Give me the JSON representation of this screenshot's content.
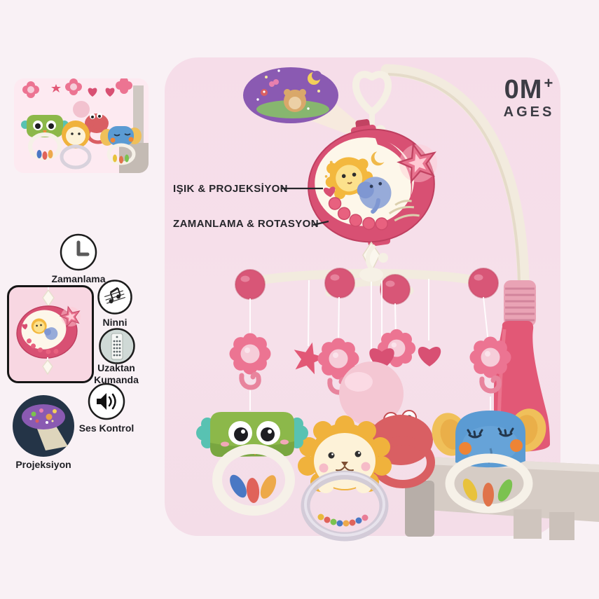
{
  "product": {
    "name": "baby-crib-mobile"
  },
  "age_badge": {
    "value": "0M",
    "plus": "+",
    "caption": "AGES"
  },
  "callouts": [
    {
      "id": "isik-projeksiyon",
      "label": "IŞIK & PROJEKSİYON"
    },
    {
      "id": "zamanlama-rotasyon",
      "label": "ZAMANLAMA & ROTASYON"
    }
  ],
  "features": [
    {
      "id": "zamanlama",
      "label": "Zamanlama",
      "icon": "clock-icon"
    },
    {
      "id": "ninni",
      "label": "Ninni",
      "icon": "music-notes-icon"
    },
    {
      "id": "uzaktan-kumanda",
      "label": "Uzaktan Kumanda",
      "icon": "remote-control-icon"
    },
    {
      "id": "ses-kontrol",
      "label": "Ses Kontrol",
      "icon": "speaker-icon"
    },
    {
      "id": "projeksiyon",
      "label": "Projeksiyon",
      "icon": "projector-icon"
    }
  ],
  "colors": {
    "background": "#f9eff4",
    "panel_pink": "#f6dee9",
    "accent_crimson": "#d85073",
    "clamp_pink": "#e25876",
    "cream": "#f2ebde",
    "owl_green": "#8cb84a",
    "lion_yellow": "#f0b23c",
    "elephant_blue": "#5b9bd3",
    "projection_purple": "#8a5ab2",
    "text_dark": "#2b2b31"
  }
}
